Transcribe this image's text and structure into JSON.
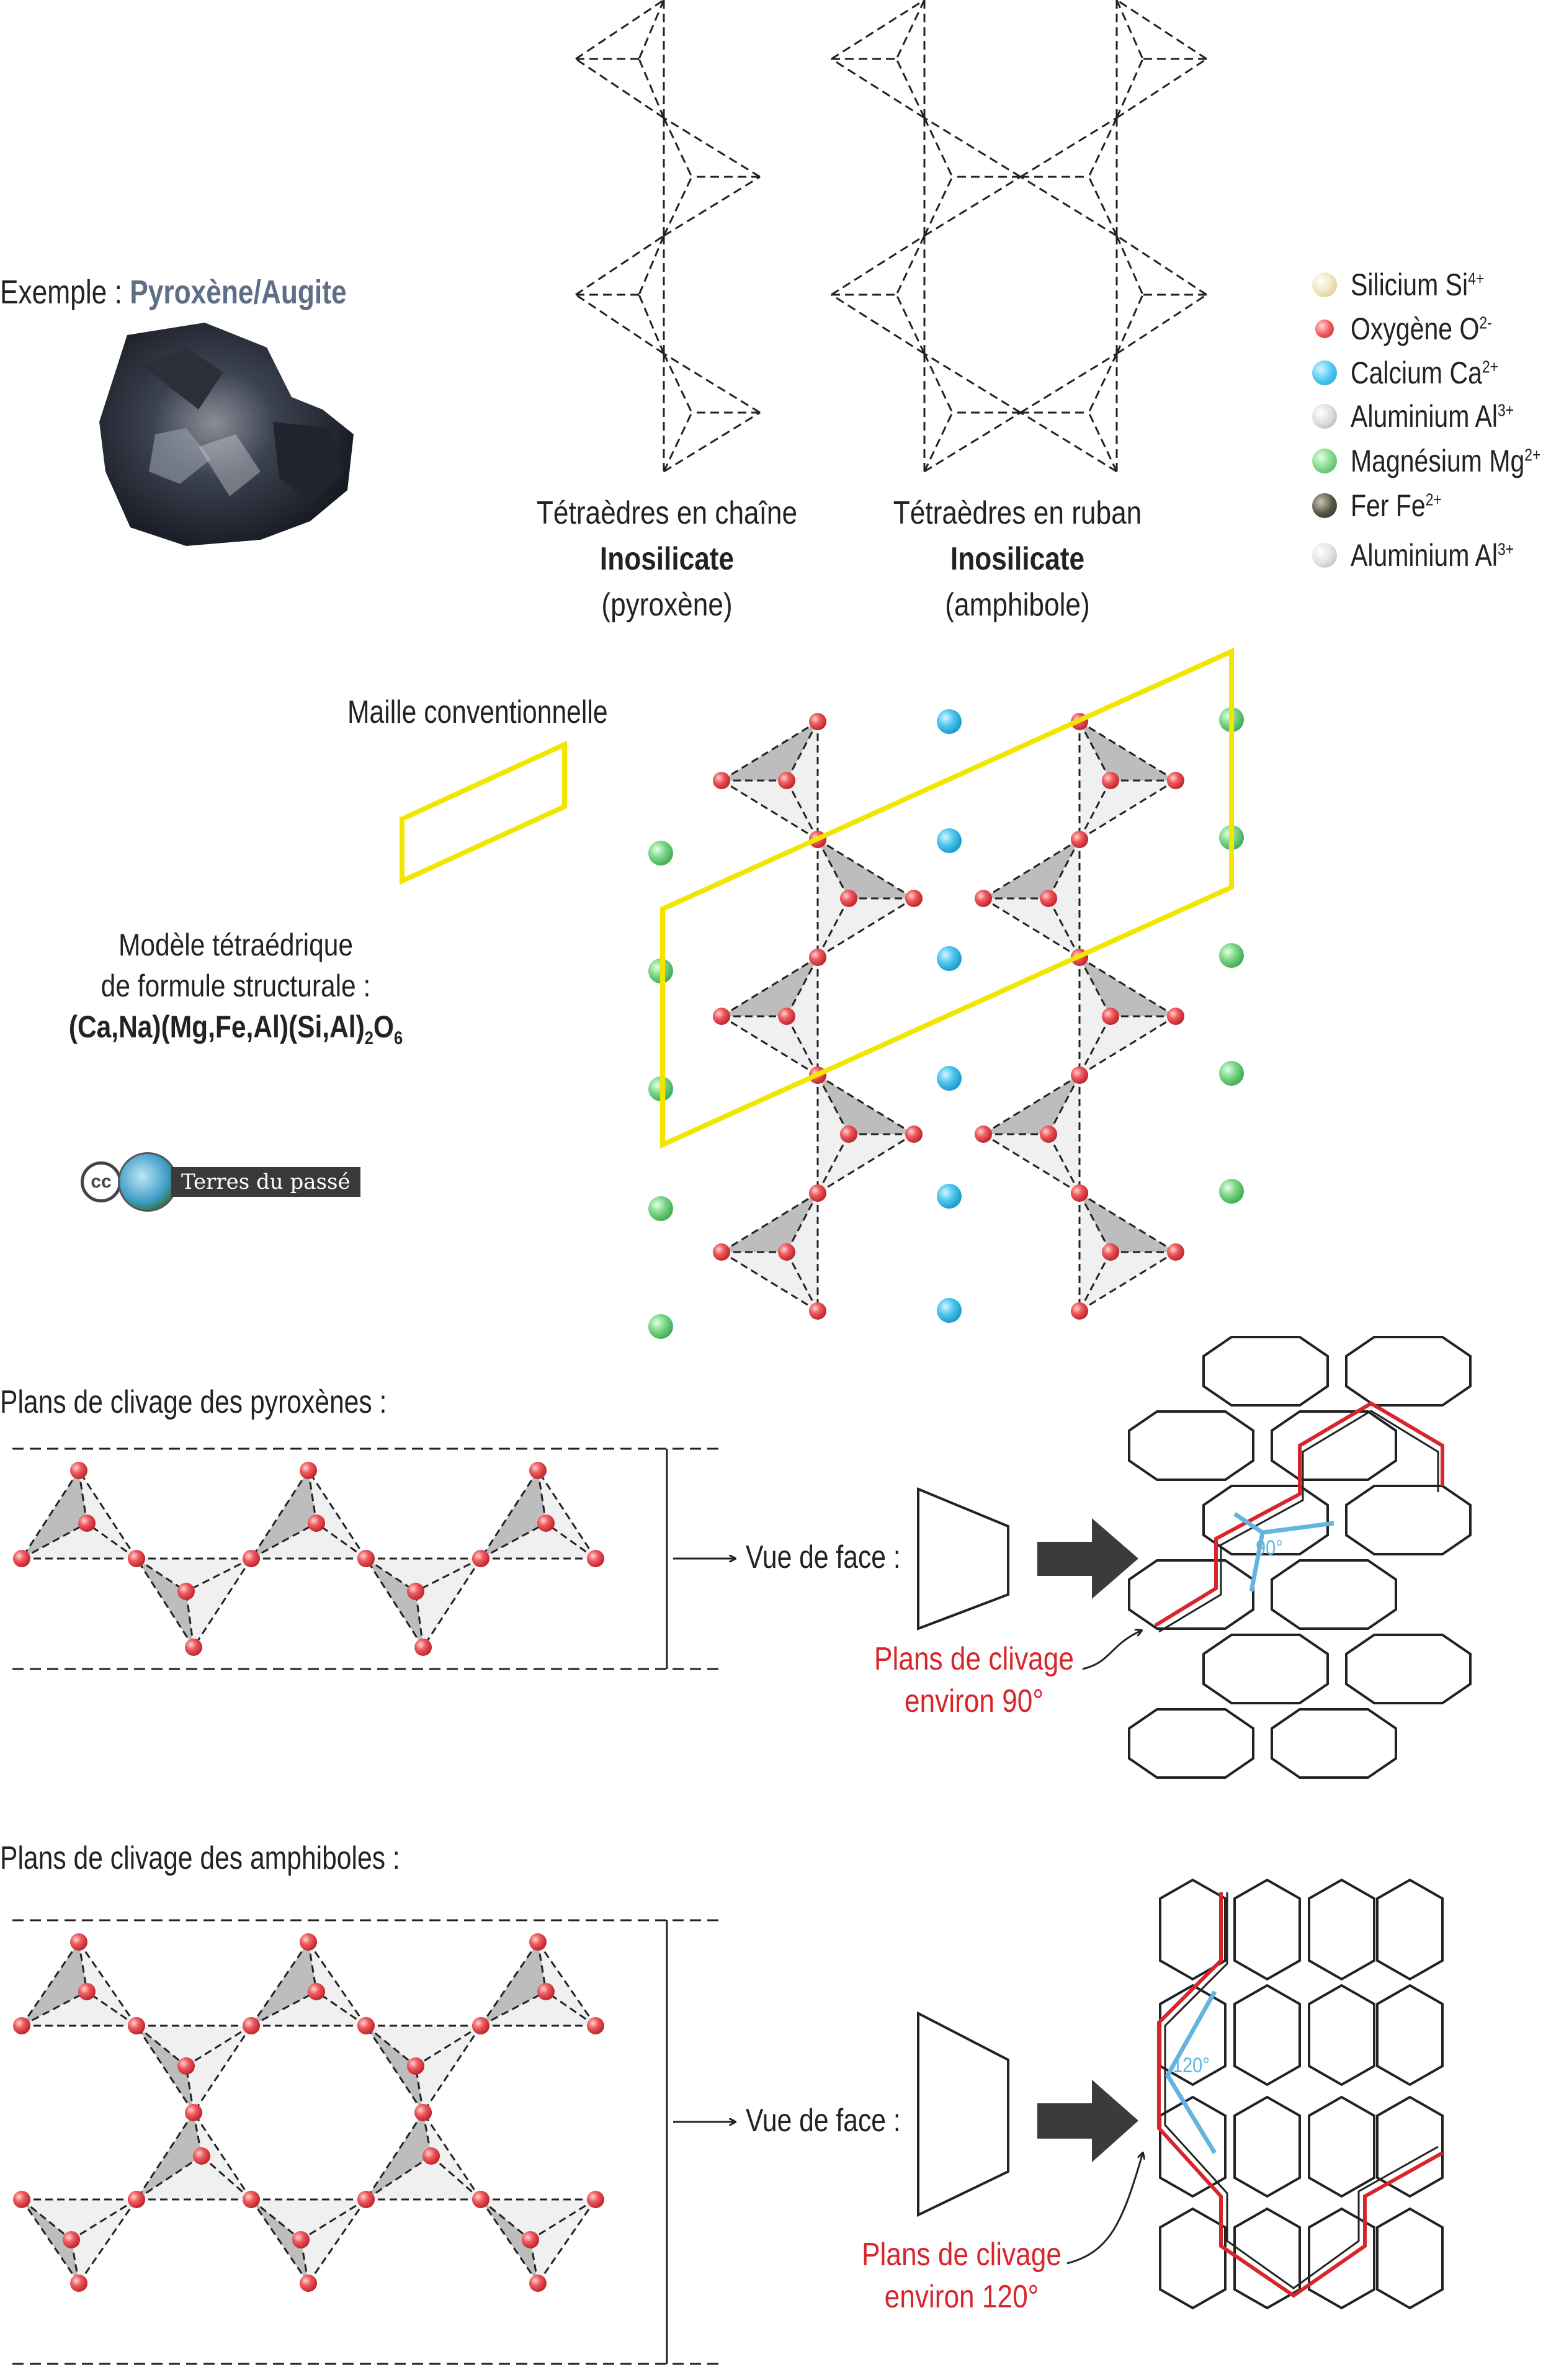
{
  "example": {
    "prefix": "Exemple : ",
    "mineral": "Pyroxène/Augite"
  },
  "captions": {
    "chain": {
      "line1": "Tétraèdres en chaîne",
      "line2": "Inosilicate",
      "line3": "(pyroxène)"
    },
    "ribbon": {
      "line1": "Tétraèdres en ruban",
      "line2": "Inosilicate",
      "line3": "(amphibole)"
    }
  },
  "legend": [
    {
      "name": "Silicium Si",
      "charge": "4+",
      "color": "#e8dfb0"
    },
    {
      "name": "Oxygène O",
      "charge": "2-",
      "color": "#f05a5e"
    },
    {
      "name": "Calcium Ca",
      "charge": "2+",
      "color": "#4fc8ee"
    },
    {
      "name": "Aluminium Al",
      "charge": "3+",
      "color": "#d9d9d9"
    },
    {
      "name": "Magnésium Mg",
      "charge": "2+",
      "color": "#7fd88a"
    },
    {
      "name": "Fer Fe",
      "charge": "2+",
      "color": "#5a5848"
    },
    {
      "name": "Aluminium Al",
      "charge": "3+",
      "color": "#e2e2e2"
    }
  ],
  "cell_label": "Maille conventionnelle",
  "model": {
    "line1": "Modèle tétraédrique",
    "line2": "de formule structurale :",
    "formula_main": "(Ca,Na)(Mg,Fe,Al)(Si,Al)",
    "formula_sub1": "2",
    "formula_o": "O",
    "formula_sub2": "6"
  },
  "logo": {
    "cc": "cc",
    "text": "Terres du passé"
  },
  "pyroxene": {
    "title": "Plans de clivage des pyroxènes :",
    "view": "Vue de face :",
    "cleavage_line1": "Plans de clivage",
    "cleavage_line2": "environ 90°",
    "angle": "90°"
  },
  "amphibole": {
    "title": "Plans de clivage des amphiboles :",
    "view": "Vue de face :",
    "cleavage_line1": "Plans de clivage",
    "cleavage_line2": "environ 120°",
    "angle": "120°"
  },
  "colors": {
    "cell_yellow": "#f2e600",
    "cleavage_red": "#d8252b",
    "angle_blue": "#63b5e0",
    "oxygen": "#f05a5e",
    "calcium": "#4fc8ee",
    "magnesium": "#7fd88a",
    "mineral_link": "#5d6e86"
  }
}
